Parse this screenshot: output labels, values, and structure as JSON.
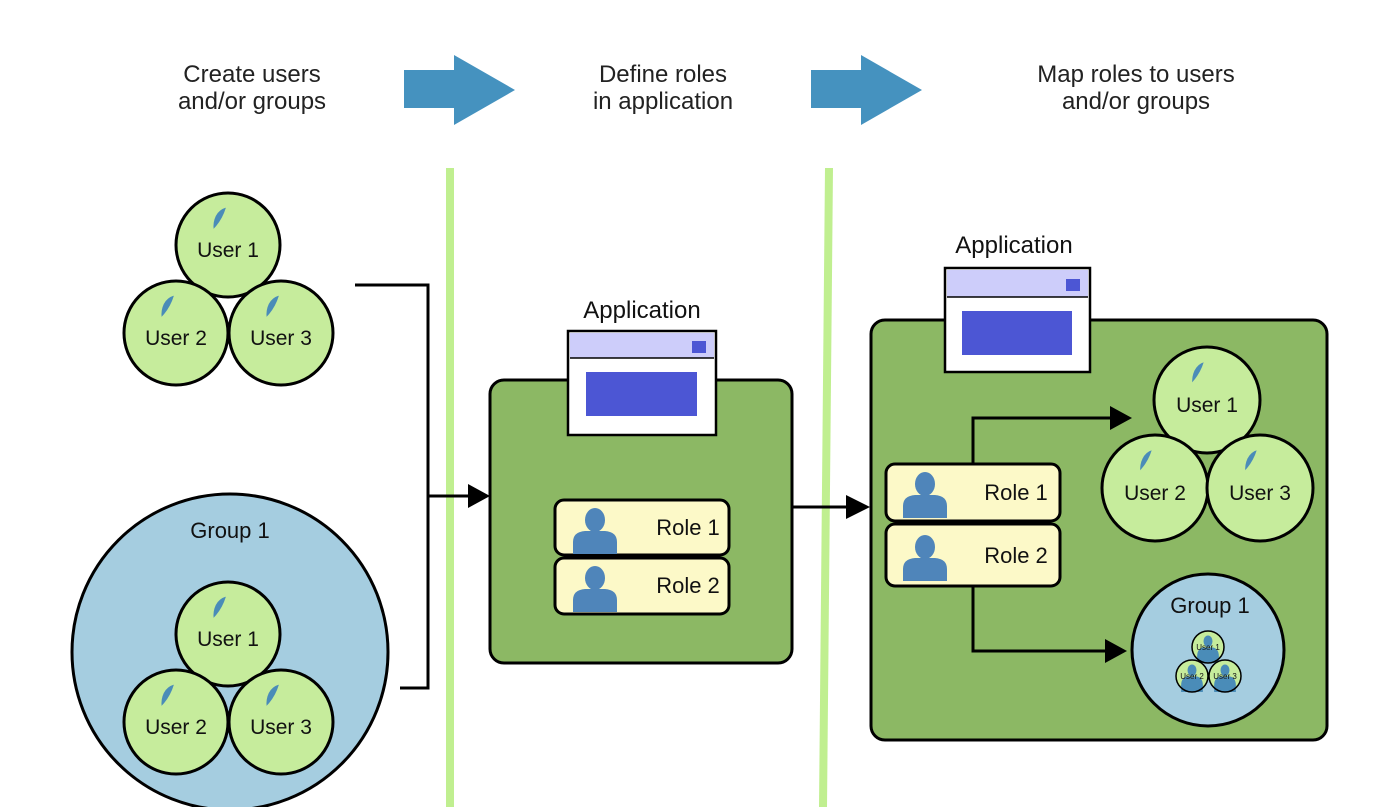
{
  "steps": [
    {
      "line1": "Create users",
      "line2": "and/or groups"
    },
    {
      "line1": "Define roles",
      "line2": "in application"
    },
    {
      "line1": "Map roles to users",
      "line2": "and/or groups"
    }
  ],
  "users": {
    "u1": "User 1",
    "u2": "User 2",
    "u3": "User 3"
  },
  "group_label": "Group 1",
  "application_label": "Application",
  "roles": {
    "r1": "Role 1",
    "r2": "Role 2"
  },
  "colors": {
    "arrow_blue": "#4592bf",
    "divider_green": "#c0ef90",
    "app_box_green": "#8cb864",
    "user_circle_green": "#c6ec9c",
    "person_blue": "#4a8cb8",
    "group_blue": "#a5cde0",
    "role_yellow": "#fcf9c8",
    "window_lavender": "#cdcdfa",
    "window_blue": "#4c56d4"
  }
}
